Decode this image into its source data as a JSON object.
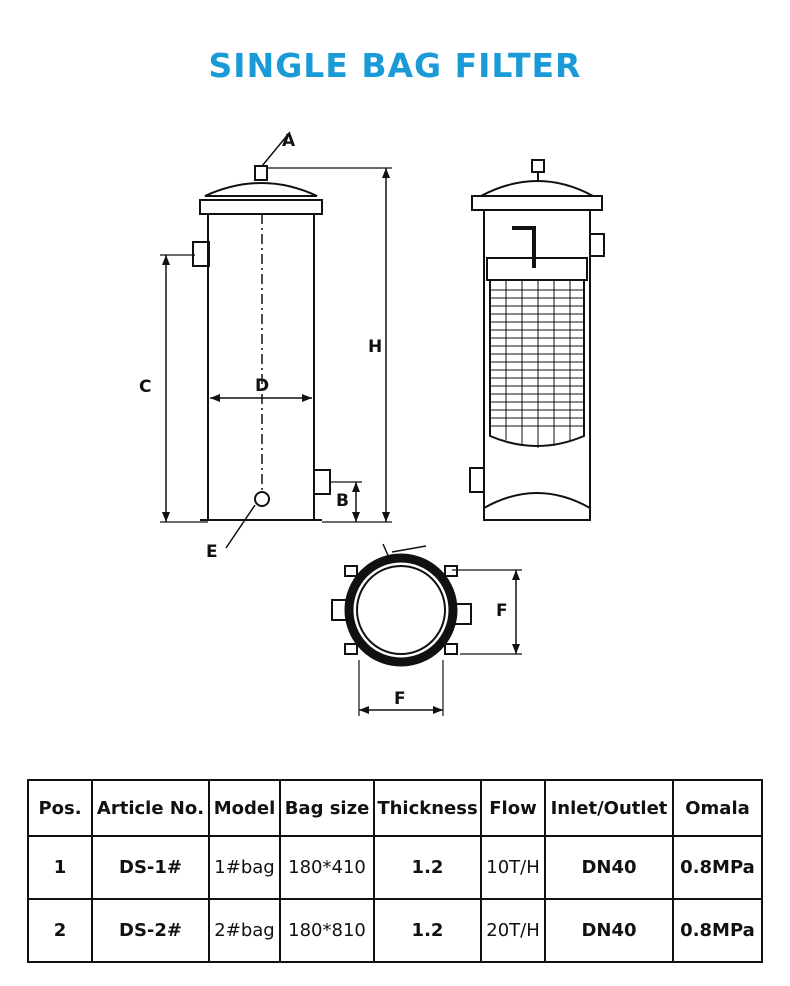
{
  "title": "SINGLE BAG FILTER",
  "colors": {
    "title": "#1a9ad6",
    "line": "#111111"
  },
  "labels": {
    "a": "A",
    "b": "B",
    "c": "C",
    "d": "D",
    "e": "E",
    "f_side": "F",
    "f_bottom": "F",
    "h": "H"
  },
  "table": {
    "headers": [
      "Pos.",
      "Article No.",
      "Model",
      "Bag size",
      "Thickness",
      "Flow",
      "Inlet/Outlet",
      "Omala"
    ],
    "rows": [
      [
        "1",
        "DS-1#",
        "1#bag",
        "180*410",
        "1.2",
        "10T/H",
        "DN40",
        "0.8MPa"
      ],
      [
        "2",
        "DS-2#",
        "2#bag",
        "180*810",
        "1.2",
        "20T/H",
        "DN40",
        "0.8MPa"
      ]
    ]
  }
}
